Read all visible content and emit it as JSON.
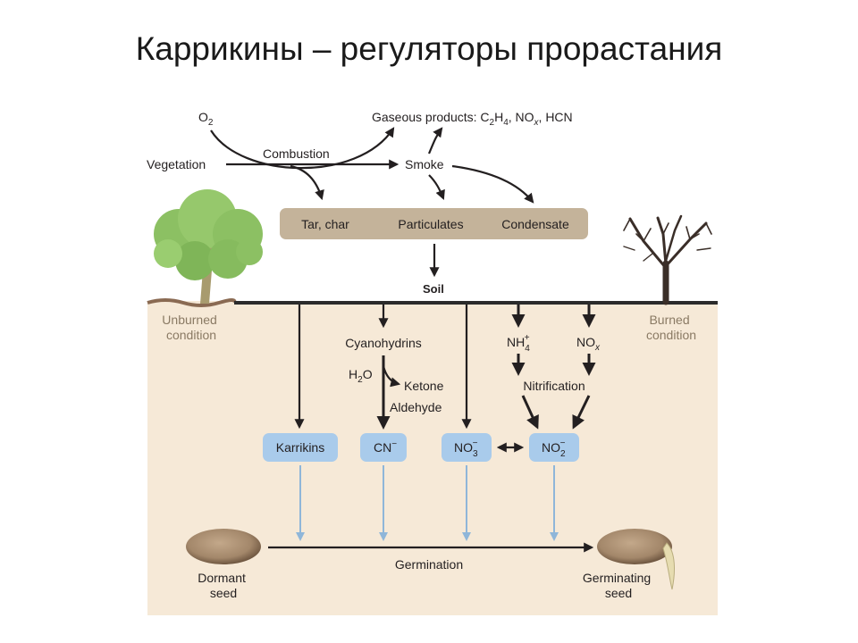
{
  "slide": {
    "title": "Каррикины – регуляторы прорастания"
  },
  "diagram": {
    "top": {
      "o2": "O",
      "o2_sub": "2",
      "gaseous_prefix": "Gaseous products: C",
      "gaseous_c_sub": "2",
      "gaseous_h": "H",
      "gaseous_h_sub": "4",
      "gaseous_no": ", NO",
      "gaseous_no_sub": "x",
      "gaseous_hcn": ", HCN",
      "vegetation": "Vegetation",
      "combustion": "Combustion",
      "smoke": "Smoke"
    },
    "residue_box": {
      "tar_char": "Tar, char",
      "particulates": "Particulates",
      "condensate": "Condensate"
    },
    "soil_label": "Soil",
    "conditions": {
      "unburned": [
        "Unburned",
        "condition"
      ],
      "burned": [
        "Burned",
        "condition"
      ]
    },
    "chemistry": {
      "cyanohydrins": "Cyanohydrins",
      "h2o": "H",
      "h2o_sub": "2",
      "h2o_o": "O",
      "ketone": "Ketone",
      "aldehyde": "Aldehyde",
      "nh4": "NH",
      "nh4_sub": "4",
      "nh4_sup": "+",
      "nox": "NO",
      "nox_sub": "x",
      "nitrification": "Nitrification"
    },
    "compounds": {
      "karrikins": "Karrikins",
      "cn": "CN",
      "cn_sup": "−",
      "no3": "NO",
      "no3_sub": "3",
      "no3_sup": "−",
      "no2": "NO",
      "no2_sub": "2",
      "no2_sup": "−"
    },
    "germination": {
      "label": "Germination",
      "dormant": [
        "Dormant",
        "seed"
      ],
      "germinating": [
        "Germinating",
        "seed"
      ]
    },
    "colors": {
      "soil_bg": "#f6e9d7",
      "residue_box": "#c4b39a",
      "compound_box": "#a9cbeb",
      "blue_arrow": "#8fb6d9",
      "seed": "#a3876a",
      "tree_green": "#8cc063",
      "condition_text": "#8a7a64"
    }
  }
}
